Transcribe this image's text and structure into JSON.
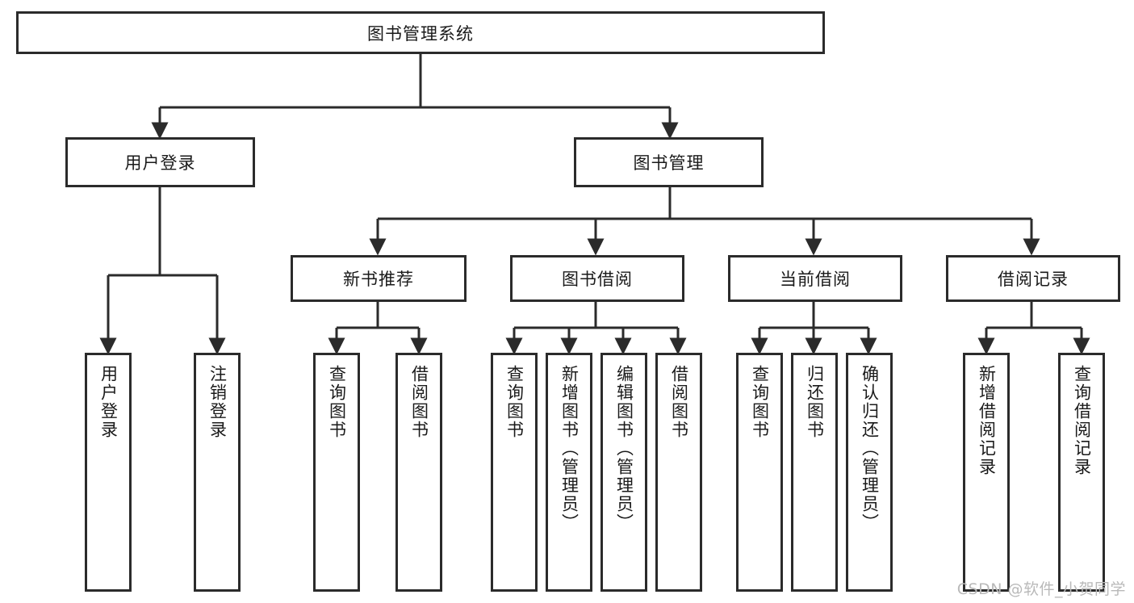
{
  "diagram": {
    "title": "图书管理系统",
    "type": "tree",
    "root": {
      "id": "root",
      "label": "图书管理系统"
    },
    "level2": [
      {
        "id": "user-login",
        "label": "用户登录"
      },
      {
        "id": "book-manage",
        "label": "图书管理"
      }
    ],
    "level3": [
      {
        "id": "new-book-recommend",
        "label": "新书推荐",
        "parent": "book-manage"
      },
      {
        "id": "book-borrow",
        "label": "图书借阅",
        "parent": "book-manage"
      },
      {
        "id": "current-borrow",
        "label": "当前借阅",
        "parent": "book-manage"
      },
      {
        "id": "borrow-record",
        "label": "借阅记录",
        "parent": "book-manage"
      }
    ],
    "leaves": [
      {
        "id": "leaf-user-login",
        "label": "用户登录",
        "parent": "user-login"
      },
      {
        "id": "leaf-user-logout",
        "label": "注销登录",
        "parent": "user-login"
      },
      {
        "id": "leaf-query-book-1",
        "label": "查询图书",
        "parent": "new-book-recommend"
      },
      {
        "id": "leaf-borrow-book-1",
        "label": "借阅图书",
        "parent": "new-book-recommend"
      },
      {
        "id": "leaf-query-book-2",
        "label": "查询图书",
        "parent": "book-borrow"
      },
      {
        "id": "leaf-add-book",
        "label": "新增图书（管理员）",
        "parent": "book-borrow"
      },
      {
        "id": "leaf-edit-book",
        "label": "编辑图书（管理员）",
        "parent": "book-borrow"
      },
      {
        "id": "leaf-borrow-book-2",
        "label": "借阅图书",
        "parent": "book-borrow"
      },
      {
        "id": "leaf-query-book-3",
        "label": "查询图书",
        "parent": "current-borrow"
      },
      {
        "id": "leaf-return-book",
        "label": "归还图书",
        "parent": "current-borrow"
      },
      {
        "id": "leaf-confirm-return",
        "label": "确认归还（管理员）",
        "parent": "current-borrow"
      },
      {
        "id": "leaf-add-record",
        "label": "新增借阅记录",
        "parent": "borrow-record"
      },
      {
        "id": "leaf-query-record",
        "label": "查询借阅记录",
        "parent": "borrow-record"
      }
    ],
    "watermark": "CSDN @软件_小贺同学",
    "colors": {
      "stroke": "#2b2b2b",
      "fill": "#ffffff",
      "text": "#1a1a1a",
      "watermark": "#b9b9b9"
    }
  }
}
